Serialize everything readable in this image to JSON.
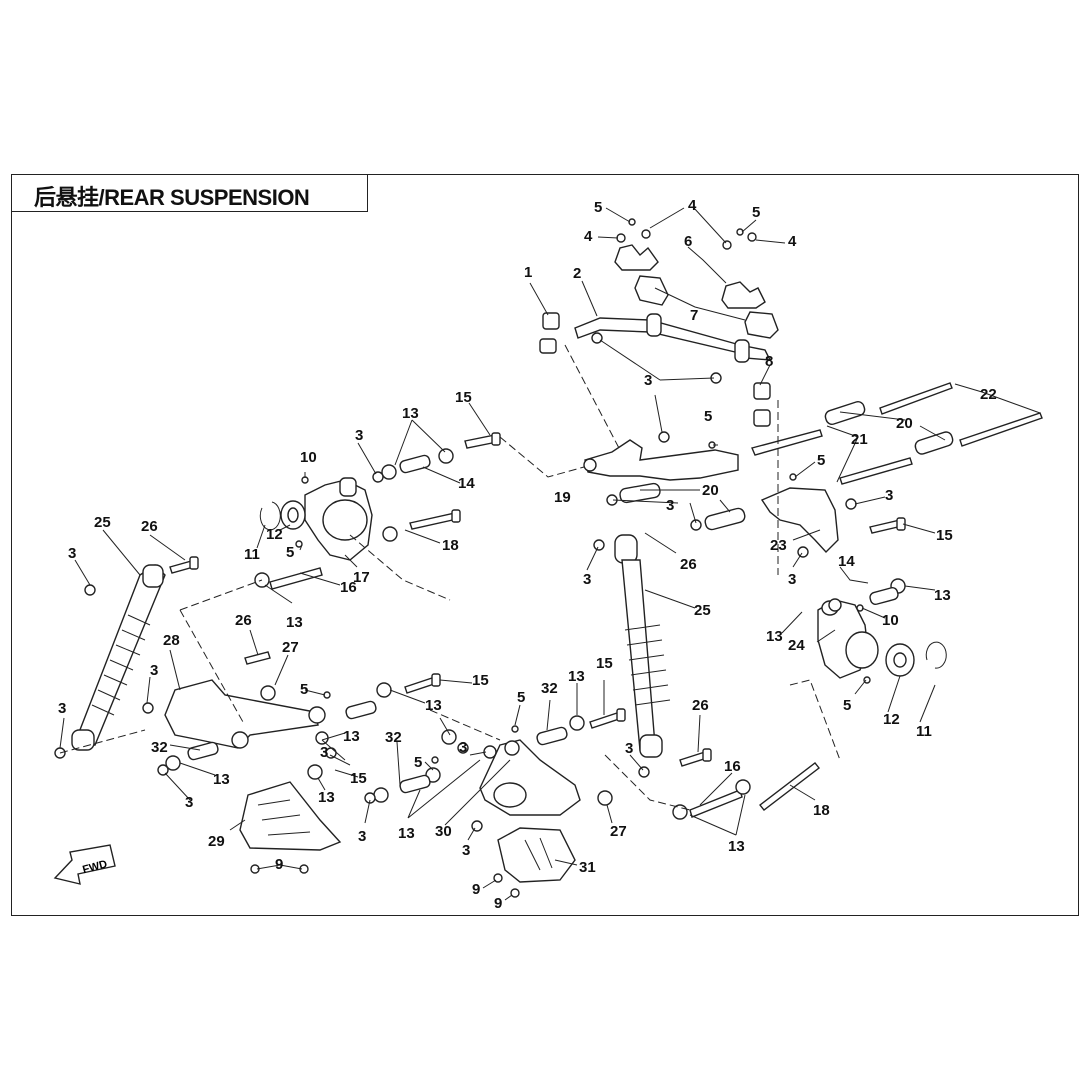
{
  "title": "后悬挂/REAR SUSPENSION",
  "fwd_label": "FWD",
  "callouts": [
    {
      "id": "c1",
      "text": "1"
    },
    {
      "id": "c2",
      "text": "2"
    },
    {
      "id": "c3a",
      "text": "3"
    },
    {
      "id": "c3b",
      "text": "3"
    },
    {
      "id": "c3c",
      "text": "3"
    },
    {
      "id": "c3d",
      "text": "3"
    },
    {
      "id": "c3e",
      "text": "3"
    },
    {
      "id": "c3f",
      "text": "3"
    },
    {
      "id": "c3g",
      "text": "3"
    },
    {
      "id": "c3h",
      "text": "3"
    },
    {
      "id": "c3i",
      "text": "3"
    },
    {
      "id": "c3j",
      "text": "3"
    },
    {
      "id": "c3k",
      "text": "3"
    },
    {
      "id": "c3l",
      "text": "3"
    },
    {
      "id": "c3m",
      "text": "3"
    },
    {
      "id": "c3n",
      "text": "3"
    },
    {
      "id": "c3o",
      "text": "3"
    },
    {
      "id": "c3p",
      "text": "3"
    },
    {
      "id": "c4a",
      "text": "4"
    },
    {
      "id": "c4b",
      "text": "4"
    },
    {
      "id": "c4c",
      "text": "4"
    },
    {
      "id": "c5a",
      "text": "5"
    },
    {
      "id": "c5b",
      "text": "5"
    },
    {
      "id": "c5c",
      "text": "5"
    },
    {
      "id": "c5d",
      "text": "5"
    },
    {
      "id": "c5e",
      "text": "5"
    },
    {
      "id": "c5f",
      "text": "5"
    },
    {
      "id": "c5g",
      "text": "5"
    },
    {
      "id": "c5h",
      "text": "5"
    },
    {
      "id": "c5i",
      "text": "5"
    },
    {
      "id": "c6",
      "text": "6"
    },
    {
      "id": "c7",
      "text": "7"
    },
    {
      "id": "c8",
      "text": "8"
    },
    {
      "id": "c9a",
      "text": "9"
    },
    {
      "id": "c9b",
      "text": "9"
    },
    {
      "id": "c9c",
      "text": "9"
    },
    {
      "id": "c10a",
      "text": "10"
    },
    {
      "id": "c10b",
      "text": "10"
    },
    {
      "id": "c11a",
      "text": "11"
    },
    {
      "id": "c11b",
      "text": "11"
    },
    {
      "id": "c12a",
      "text": "12"
    },
    {
      "id": "c12b",
      "text": "12"
    },
    {
      "id": "c13a",
      "text": "13"
    },
    {
      "id": "c13b",
      "text": "13"
    },
    {
      "id": "c13c",
      "text": "13"
    },
    {
      "id": "c13d",
      "text": "13"
    },
    {
      "id": "c13e",
      "text": "13"
    },
    {
      "id": "c13f",
      "text": "13"
    },
    {
      "id": "c13g",
      "text": "13"
    },
    {
      "id": "c13h",
      "text": "13"
    },
    {
      "id": "c13i",
      "text": "13"
    },
    {
      "id": "c13j",
      "text": "13"
    },
    {
      "id": "c13k",
      "text": "13"
    },
    {
      "id": "c13l",
      "text": "13"
    },
    {
      "id": "c14a",
      "text": "14"
    },
    {
      "id": "c14b",
      "text": "14"
    },
    {
      "id": "c15a",
      "text": "15"
    },
    {
      "id": "c15b",
      "text": "15"
    },
    {
      "id": "c15c",
      "text": "15"
    },
    {
      "id": "c15d",
      "text": "15"
    },
    {
      "id": "c15e",
      "text": "15"
    },
    {
      "id": "c16a",
      "text": "16"
    },
    {
      "id": "c16b",
      "text": "16"
    },
    {
      "id": "c17",
      "text": "17"
    },
    {
      "id": "c18a",
      "text": "18"
    },
    {
      "id": "c18b",
      "text": "18"
    },
    {
      "id": "c19",
      "text": "19"
    },
    {
      "id": "c20a",
      "text": "20"
    },
    {
      "id": "c20b",
      "text": "20"
    },
    {
      "id": "c21",
      "text": "21"
    },
    {
      "id": "c22",
      "text": "22"
    },
    {
      "id": "c23",
      "text": "23"
    },
    {
      "id": "c24",
      "text": "24"
    },
    {
      "id": "c25a",
      "text": "25"
    },
    {
      "id": "c25b",
      "text": "25"
    },
    {
      "id": "c26a",
      "text": "26"
    },
    {
      "id": "c26b",
      "text": "26"
    },
    {
      "id": "c26c",
      "text": "26"
    },
    {
      "id": "c26d",
      "text": "26"
    },
    {
      "id": "c27a",
      "text": "27"
    },
    {
      "id": "c27b",
      "text": "27"
    },
    {
      "id": "c28",
      "text": "28"
    },
    {
      "id": "c29",
      "text": "29"
    },
    {
      "id": "c30",
      "text": "30"
    },
    {
      "id": "c31",
      "text": "31"
    },
    {
      "id": "c32a",
      "text": "32"
    },
    {
      "id": "c32b",
      "text": "32"
    },
    {
      "id": "c32c",
      "text": "32"
    }
  ]
}
